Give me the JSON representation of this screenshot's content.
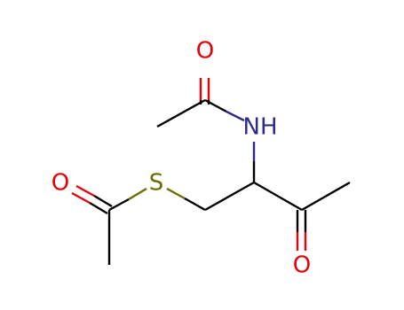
{
  "molecule": {
    "colors": {
      "bond": "#000000",
      "oxygen": "#e8000b",
      "nitrogen": "#2d2a8a",
      "sulfur": "#6b6b00"
    },
    "atom_labels": {
      "o_amide": "O",
      "nh": "NH",
      "s_thio": "S",
      "o_thioester": "O",
      "o_ketone": "O"
    }
  }
}
